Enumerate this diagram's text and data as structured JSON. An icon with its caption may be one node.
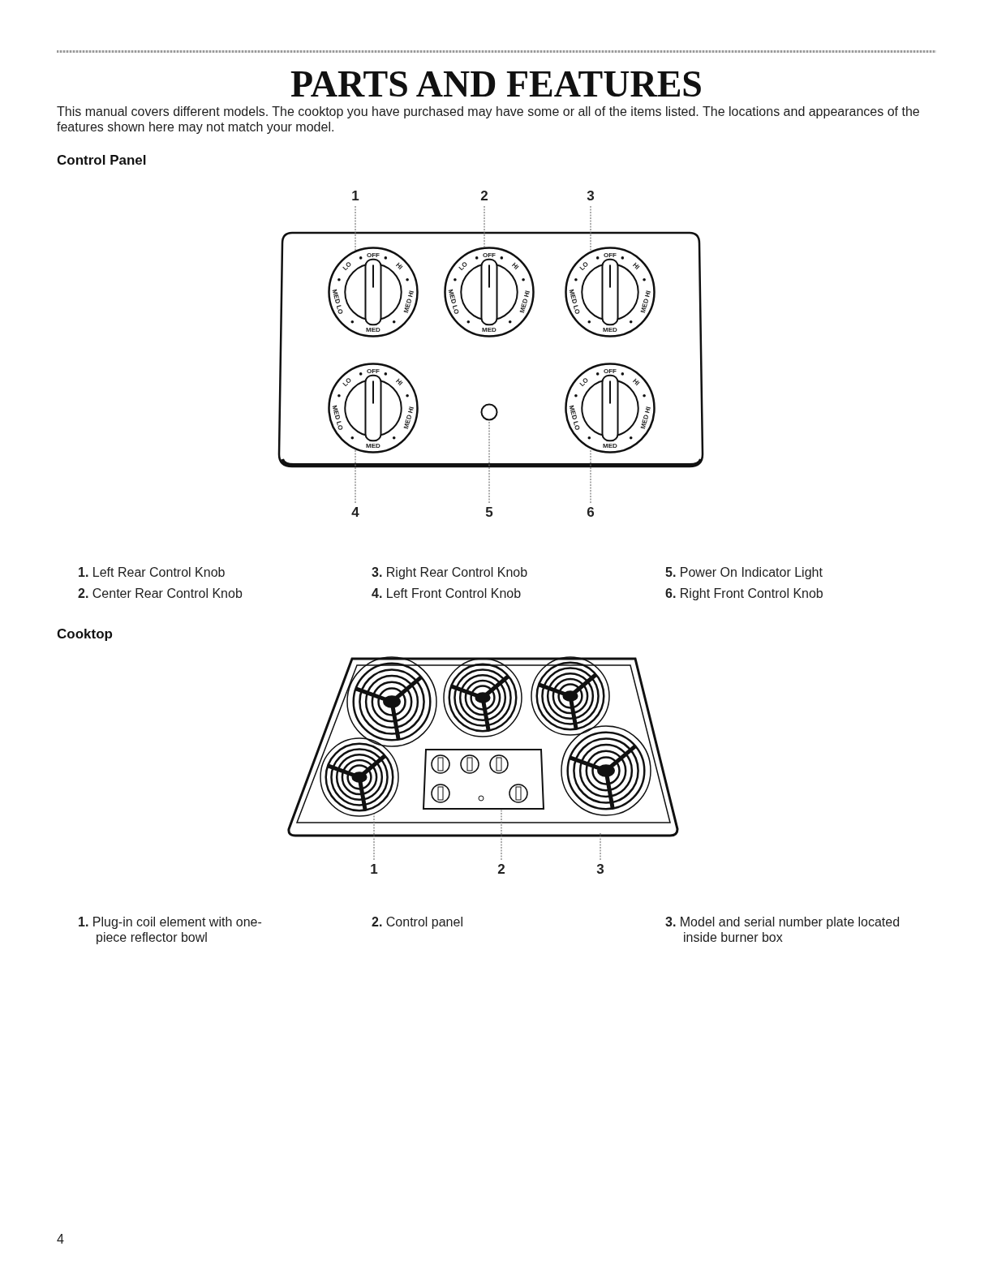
{
  "diagram": {
    "title": "PARTS AND FEATURES",
    "nodes": [
      {
        "text": [
          "1"
        ]
      },
      {
        "text": [
          "2"
        ]
      },
      {
        "text": [
          "3"
        ]
      },
      {
        "text": [
          "OFF",
          "HI",
          "MED HI",
          "MED",
          "MED LO",
          "LO"
        ]
      },
      {
        "text": [
          "OFF",
          "HI",
          "MED HI",
          "MED",
          "MED LO",
          "LO"
        ]
      },
      {
        "text": [
          "OFF",
          "HI",
          "MED HI",
          "MED",
          "MED LO",
          "LO"
        ]
      },
      {
        "text": [
          "OFF",
          "HI",
          "MED HI",
          "MED",
          "MED LO",
          "LO"
        ]
      },
      {
        "text": [],
        "shape": "circle"
      },
      {
        "text": [
          "OFF",
          "HI",
          "MED HI",
          "MED",
          "MED LO",
          "LO"
        ]
      },
      {
        "text": [
          "4"
        ]
      },
      {
        "text": [
          "5"
        ]
      },
      {
        "text": [
          "6"
        ]
      },
      {
        "text": [
          "1"
        ]
      },
      {
        "text": [
          "2"
        ]
      },
      {
        "text": [
          "3"
        ]
      },
      {
        "text": [],
        "shape": "circle"
      },
      {
        "text": [],
        "shape": "box"
      }
    ],
    "edges": [
      {
        "from": 0,
        "to": 3,
        "arrow": "none"
      },
      {
        "from": 1,
        "to": 4,
        "arrow": "none"
      },
      {
        "from": 2,
        "to": 5,
        "arrow": "none"
      },
      {
        "from": 9,
        "to": 6,
        "arrow": "none"
      },
      {
        "from": 10,
        "to": 7,
        "arrow": "none"
      },
      {
        "from": 11,
        "to": 8,
        "arrow": "none"
      },
      {
        "from": 12,
        "to": 15,
        "arrow": "none"
      },
      {
        "from": 13,
        "to": 16,
        "arrow": "none"
      },
      {
        "from": 14,
        "to": null,
        "arrow": "none"
      }
    ],
    "labels": [
      "This manual covers different models. The cooktop you have purchased may have some or all of the items listed. The locations and appearances of the features shown here may not match your model.",
      "Control Panel",
      "**1.** Left Rear Control Knob",
      "**2.** Center Rear Control Knob",
      "**3.** Right Rear Control Knob",
      "**4.** Left Front Control Knob",
      "**5.** Power On Indicator Light",
      "**6.** Right Front Control Knob",
      "Cooktop",
      "**1.** Plug-in coil element with one-piece reflector bowl",
      "**2.** Control panel",
      "**3.** Model and serial number plate located inside burner box",
      "4"
    ]
  }
}
